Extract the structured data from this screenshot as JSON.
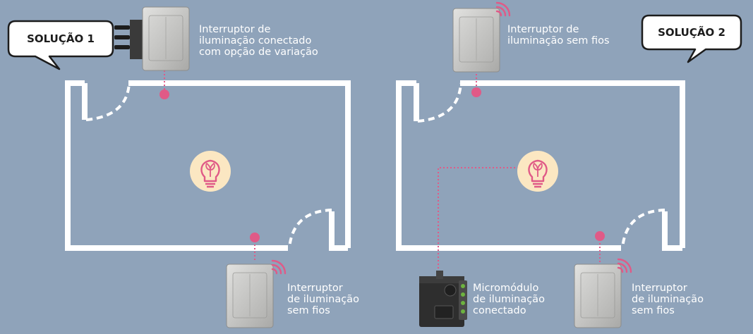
{
  "solutions": [
    {
      "title": "SOLUÇÃO 1",
      "devices": [
        {
          "icon": "connected-dimmer-switch-icon",
          "label": "Interruptor de\niluminação conectado\ncom opção de variação"
        },
        {
          "icon": "wireless-switch-icon",
          "label": "Interruptor\nde iluminação\nsem fios"
        }
      ],
      "light_icon": "lightbulb-icon"
    },
    {
      "title": "SOLUÇÃO 2",
      "devices": [
        {
          "icon": "wireless-switch-icon",
          "label": "Interruptor de\niluminação sem fios"
        },
        {
          "icon": "micromodule-icon",
          "label": "Micromódulo\nde iluminação\nconectado"
        },
        {
          "icon": "wireless-switch-icon",
          "label": "Interruptor\nde iluminação\nsem fios"
        }
      ],
      "light_icon": "lightbulb-icon"
    }
  ],
  "colors": {
    "background": "#8fa3ba",
    "wall": "#ffffff",
    "connection_dot": "#e05a87",
    "bulb_circle": "#fbe7c2",
    "bulb_stroke": "#e05a87",
    "switch_plate": "#c9c9c7"
  }
}
